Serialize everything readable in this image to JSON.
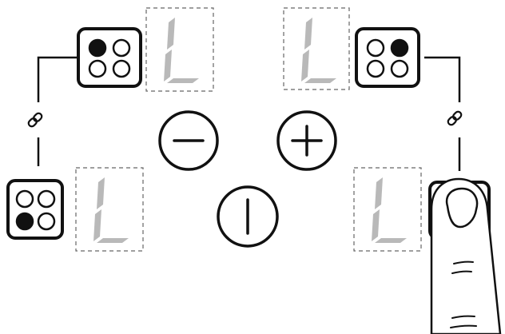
{
  "zones": [
    {
      "id": "rear-left",
      "lit": [
        true,
        false,
        false,
        false
      ],
      "display": "L",
      "touched": false
    },
    {
      "id": "rear-right",
      "lit": [
        false,
        true,
        false,
        false
      ],
      "display": "L",
      "touched": false
    },
    {
      "id": "front-left",
      "lit": [
        false,
        false,
        true,
        false
      ],
      "display": "L",
      "touched": false
    },
    {
      "id": "front-right",
      "lit": [
        false,
        false,
        false,
        false
      ],
      "display": "L",
      "touched": true
    }
  ],
  "controls": {
    "minus": {
      "icon": "minus-icon"
    },
    "plus": {
      "icon": "plus-icon"
    },
    "power": {
      "icon": "power-icon"
    }
  },
  "links": [
    {
      "between": [
        "rear-left",
        "front-left"
      ],
      "icon": "link-icon"
    },
    {
      "between": [
        "rear-right",
        "front-right"
      ],
      "icon": "link-icon"
    }
  ],
  "colors": {
    "outline": "#111111",
    "display_segment": "#b9b9b9",
    "lit_dot": "#111111",
    "unlit_dot": "#ffffff"
  }
}
